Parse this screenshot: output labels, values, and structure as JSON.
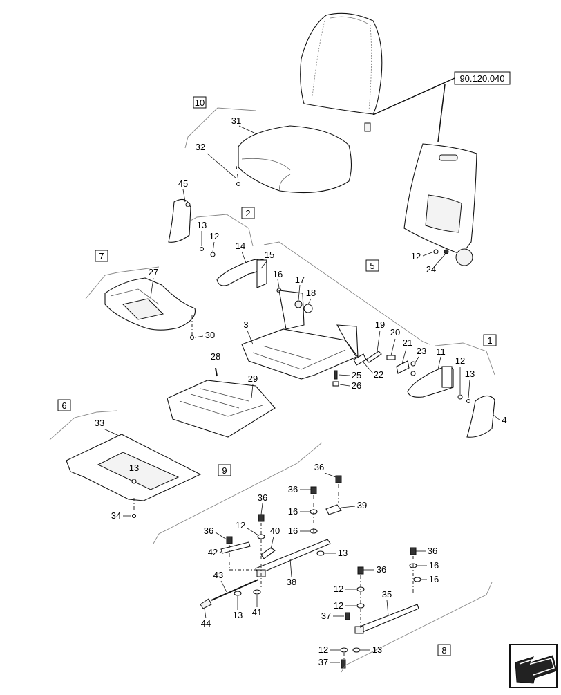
{
  "ref_code": "90.120.040",
  "group_labels": [
    "10",
    "2",
    "7",
    "5",
    "1",
    "6",
    "9",
    "8"
  ],
  "callouts": {
    "c31": "31",
    "c32": "32",
    "c45": "45",
    "c13a": "13",
    "c12a": "12",
    "c14": "14",
    "c15": "15",
    "c16a": "16",
    "c17": "17",
    "c18": "18",
    "c27": "27",
    "c30": "30",
    "c3": "3",
    "c19": "19",
    "c20": "20",
    "c21": "21",
    "c23": "23",
    "c22": "22",
    "c25": "25",
    "c26": "26",
    "c11": "11",
    "c12b": "12",
    "c13b": "13",
    "c4": "4",
    "c28": "28",
    "c29": "29",
    "c33": "33",
    "c13c": "13",
    "c34": "34",
    "c12c": "12",
    "c24": "24",
    "c36a": "36",
    "c36b": "36",
    "c39": "39",
    "c16b": "16",
    "c16c": "16",
    "c36c": "36",
    "c12d": "12",
    "c40": "40",
    "c36d": "36",
    "c42": "42",
    "c13d": "13",
    "c38": "38",
    "c43": "43",
    "c44": "44",
    "c13e": "13",
    "c41": "41",
    "c36e": "36",
    "c16d": "16",
    "c36f": "36",
    "c16e": "16",
    "c12e": "12",
    "c35": "35",
    "c12f": "12",
    "c37a": "37",
    "c12g": "12",
    "c13f": "13",
    "c37b": "37"
  },
  "icons": {
    "nav": "direction-arrow-icon"
  }
}
